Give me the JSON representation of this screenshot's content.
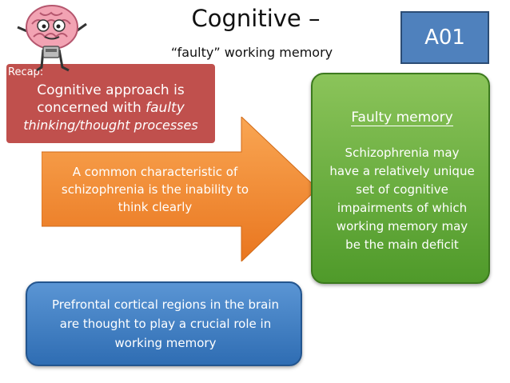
{
  "title": "Cognitive –",
  "subtitle": "“faulty” working memory",
  "badge": "A01",
  "recap": {
    "label": "Recap:",
    "line1": "Cognitive approach is",
    "line2_prefix": "concerned with ",
    "line2_italic": "faulty",
    "line3_italic": "thinking/thought processes"
  },
  "arrow": {
    "line1": "A common characteristic of",
    "line2": "schizophrenia is the inability to",
    "line3": "think clearly"
  },
  "green_box": {
    "heading": "Faulty memory",
    "lines": [
      "Schizophrenia may",
      "have a relatively unique",
      "set of cognitive",
      "impairments of which",
      "working memory may",
      "be the main deficit"
    ]
  },
  "blue_box": {
    "lines": [
      "Prefrontal cortical regions in the brain",
      "are thought to play a crucial role in",
      "working memory"
    ]
  },
  "colors": {
    "recap_bg": "#c0504d",
    "badge_bg": "#4f81bd",
    "arrow_fill": "#f79646",
    "green_fill": "#6aab3c",
    "blue_fill": "#3d7cc1"
  },
  "icons": {
    "mascot": "brain-mascot-icon"
  }
}
